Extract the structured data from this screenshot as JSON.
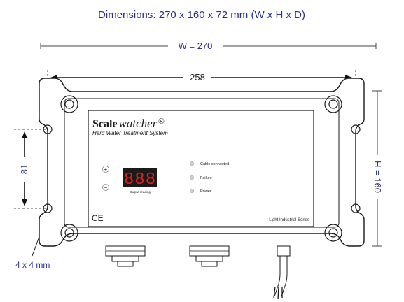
{
  "title": "Dimensions:   270 x 160 x 72 mm (W x H x D)",
  "dimensions": {
    "width_label": "W = 270",
    "hole_span_label": "258",
    "height_label": "H = 160",
    "hole_vertical_label": "81",
    "hole_size_label": "4 x 4 mm"
  },
  "device": {
    "brand_bold": "Scale",
    "brand_italic": "watcher",
    "registered_mark": "®",
    "tagline": "Hard Water Treatment System",
    "display_digits": "888",
    "display_caption": "Output reading",
    "plus_label": "+",
    "minus_label": "−",
    "indicators": [
      {
        "label": "Cable connected"
      },
      {
        "label": "Failure"
      },
      {
        "label": "Power"
      }
    ],
    "ce_mark": "CE",
    "series_label": "Light Industrial Series"
  },
  "colors": {
    "dimension_text": "#2b2f8c",
    "line": "#1a1a1a",
    "display_red": "#e02020",
    "display_bg": "#1a1a1a"
  }
}
